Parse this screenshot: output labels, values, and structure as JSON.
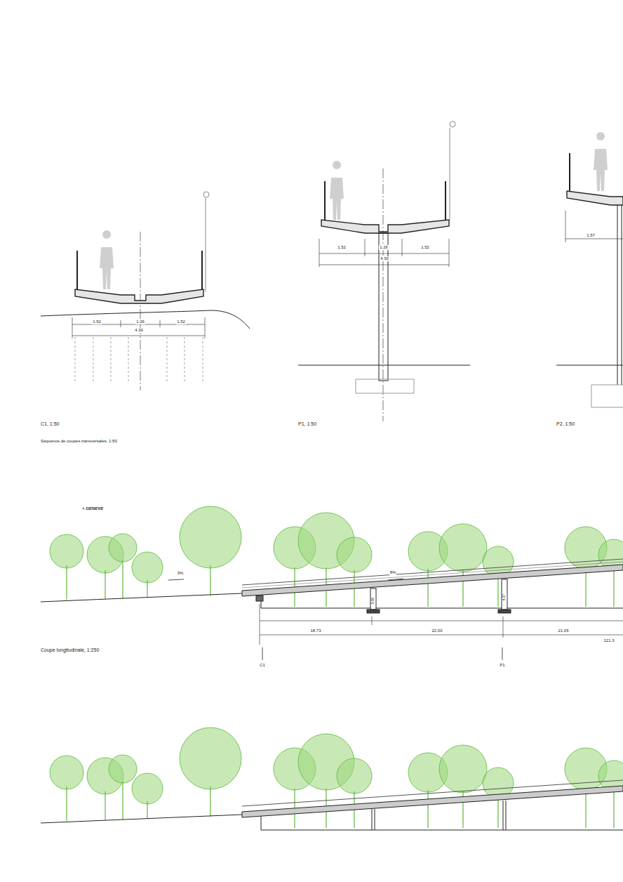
{
  "diagram": {
    "labels": [
      "1.52",
      "1.26",
      "1.52",
      "4.30",
      "C1, 1:50",
      "1.52",
      "1.26",
      "1.52",
      "4.30",
      "P1, 1:50",
      "1.57",
      "P2, 1:50",
      "Séquence de coupes transversales, 1:50",
      "< GENEVE",
      "3%",
      "8%",
      "3.06",
      "4.37",
      "18.73",
      "22.00",
      "21.05",
      "121.3",
      "Coupe longitudinale, 1:250",
      "C1",
      "P1"
    ]
  }
}
